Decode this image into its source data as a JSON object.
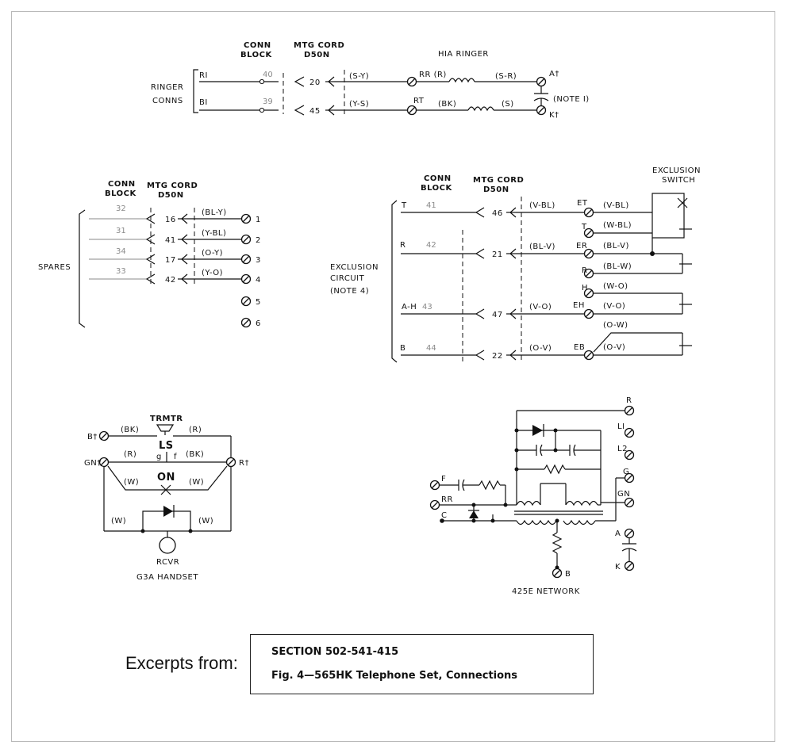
{
  "ringer": {
    "conn_block": [
      "CONN",
      "BLOCK"
    ],
    "mtg_cord": [
      "MTG CORD",
      "D50N"
    ],
    "title": "HIA RINGER",
    "side": [
      "RINGER",
      "CONNS"
    ],
    "rows": [
      {
        "lead": "RI",
        "block": "40",
        "cord": "20",
        "color": "(S-Y)",
        "term": "RR (R)",
        "coil": "(S-R)",
        "end": "A†"
      },
      {
        "lead": "BI",
        "block": "39",
        "cord": "45",
        "color": "(Y-S)",
        "term": "RT",
        "wire": "(BK)",
        "coil": "(S)",
        "end": "K†"
      }
    ],
    "note": "(NOTE I)"
  },
  "spares": {
    "conn_block": [
      "CONN",
      "BLOCK"
    ],
    "mtg_cord": [
      "MTG CORD",
      "D50N"
    ],
    "label": "SPARES",
    "rows": [
      {
        "block": "32",
        "cord": "16",
        "color": "(BL-Y)",
        "term": "1"
      },
      {
        "block": "31",
        "cord": "41",
        "color": "(Y-BL)",
        "term": "2"
      },
      {
        "block": "34",
        "cord": "17",
        "color": "(O-Y)",
        "term": "3"
      },
      {
        "block": "33",
        "cord": "42",
        "color": "(Y-O)",
        "term": "4"
      }
    ],
    "extra_terms": [
      "5",
      "6"
    ]
  },
  "exclusion": {
    "conn_block": [
      "CONN",
      "BLOCK"
    ],
    "mtg_cord": [
      "MTG CORD",
      "D50N"
    ],
    "switch_label": [
      "EXCLUSION",
      "SWITCH"
    ],
    "side": [
      "EXCLUSION",
      "CIRCUIT",
      "(NOTE 4)"
    ],
    "rows": [
      {
        "lead": "T",
        "block": "41",
        "cord": "46",
        "color": "(V-BL)",
        "term": "ET",
        "sw": "(V-BL)"
      },
      {
        "lead": "",
        "block": "",
        "cord": "",
        "color": "",
        "term": "T",
        "sw": "(W-BL)"
      },
      {
        "lead": "R",
        "block": "42",
        "cord": "21",
        "color": "(BL-V)",
        "term": "ER",
        "sw": "(BL-V)"
      },
      {
        "lead": "",
        "block": "",
        "cord": "",
        "color": "",
        "term": "R",
        "sw": "(BL-W)"
      },
      {
        "lead": "",
        "block": "",
        "cord": "",
        "color": "",
        "term": "H",
        "sw": "(W-O)"
      },
      {
        "lead": "A-H",
        "block": "43",
        "cord": "47",
        "color": "(V-O)",
        "term": "EH",
        "sw": "(V-O)"
      },
      {
        "lead": "",
        "block": "",
        "cord": "",
        "color": "",
        "term": "",
        "sw": "(O-W)"
      },
      {
        "lead": "B",
        "block": "44",
        "cord": "22",
        "color": "(O-V)",
        "term": "EB",
        "sw": "(O-V)"
      }
    ]
  },
  "handset": {
    "trmtr": "TRMTR",
    "ls": "LS",
    "on": "ON",
    "g": "g",
    "f": "f",
    "b_term": "B†",
    "gn_term": "GN†",
    "r_term": "R†",
    "wires": {
      "bk_top": "(BK)",
      "r_top": "(R)",
      "r_mid": "(R)",
      "bk_mid": "(BK)",
      "w_l": "(W)",
      "w_r": "(W)",
      "w_ll": "(W)",
      "w_rr": "(W)"
    },
    "rcvr": "RCVR",
    "title": "G3A HANDSET"
  },
  "network": {
    "title": "425E NETWORK",
    "right_terms": [
      "R",
      "LI",
      "L2",
      "G",
      "GN",
      "A",
      "K"
    ],
    "left_terms": [
      "F",
      "RR",
      "C"
    ],
    "bottom_term": "B"
  },
  "caption": {
    "excerpts": "Excerpts from:",
    "section": "SECTION 502-541-415",
    "figure": "Fig. 4—565HK Telephone Set, Connections"
  }
}
